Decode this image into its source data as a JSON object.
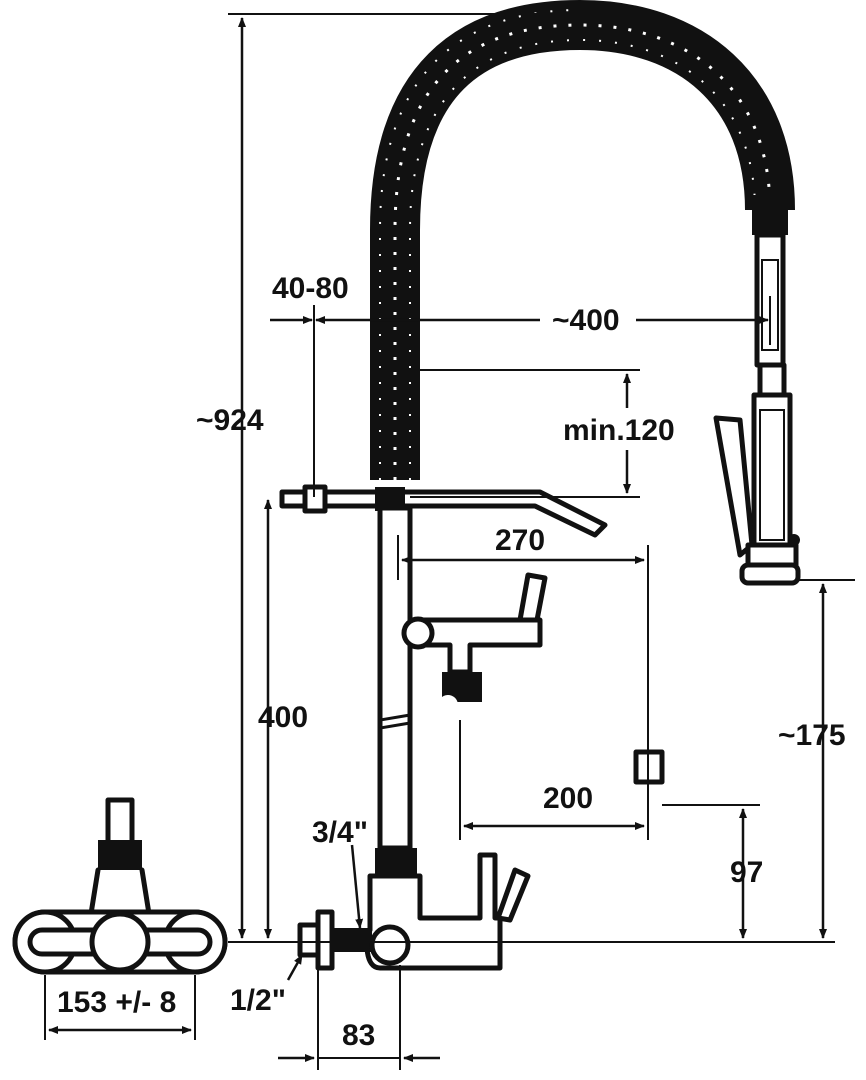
{
  "labels": {
    "overall_height": "~924",
    "hose_offset": "40-80",
    "reach_spray": "~400",
    "min_clearance": "min.120",
    "spout_reach": "270",
    "column_height": "400",
    "spray_height": "~175",
    "lower_spout_reach": "200",
    "lower_spout_height": "97",
    "thread_outlet": "3/4\"",
    "thread_inlet": "1/2\"",
    "centers": "153 +/- 8",
    "body_depth": "83"
  },
  "colors": {
    "ink": "#111111",
    "paper": "#ffffff"
  }
}
